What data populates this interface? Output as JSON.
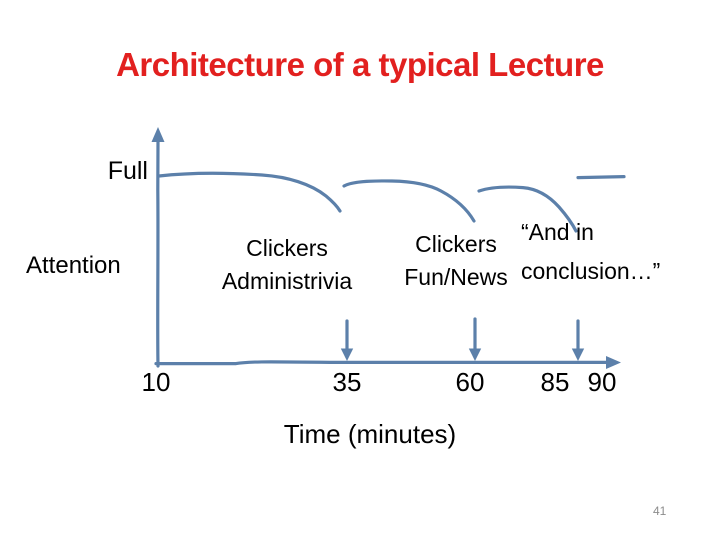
{
  "slide": {
    "title": "Architecture of a typical Lecture",
    "page_number": "41"
  },
  "chart": {
    "y_axis": {
      "top_label": "Full",
      "axis_label": "Attention"
    },
    "x_axis": {
      "label": "Time (minutes)",
      "ticks": [
        "10",
        "35",
        "60",
        "85",
        "90"
      ]
    },
    "annotations": [
      {
        "lines": [
          "Clickers",
          "Administrivia"
        ]
      },
      {
        "lines": [
          "Clickers",
          "Fun/News"
        ]
      },
      {
        "lines": [
          "“And in",
          "conclusion…”"
        ]
      }
    ],
    "colors": {
      "title_red": "#e2201f",
      "sketch_blue": "#5c80aa",
      "text_black": "#000000",
      "page_number_gray": "#8c8c8c"
    }
  },
  "chart_data": {
    "type": "line",
    "title": "Architecture of a typical Lecture",
    "xlabel": "Time (minutes)",
    "ylabel": "Attention",
    "y_axis_style": "qualitative, top of axis labeled Full",
    "x_ticks": [
      10,
      35,
      60,
      85,
      90
    ],
    "xlim": [
      10,
      90
    ],
    "grid": false,
    "legend": false,
    "series": [
      {
        "name": "attention",
        "description": "Hand-sketched attention level over lecture time; stays near Full then dips before each break event, recovering after each; four separate strokes",
        "segments": [
          {
            "x": [
              10,
              22,
              30,
              35
            ],
            "y": [
              1.0,
              1.01,
              0.98,
              0.8
            ]
          },
          {
            "x": [
              36,
              45,
              55,
              60
            ],
            "y": [
              0.94,
              0.97,
              0.96,
              0.74
            ]
          },
          {
            "x": [
              61,
              70,
              78,
              85
            ],
            "y": [
              0.91,
              0.94,
              0.93,
              0.69
            ]
          },
          {
            "x": [
              85,
              90
            ],
            "y": [
              0.99,
              0.99
            ]
          }
        ]
      }
    ],
    "event_arrows_x": [
      35,
      60,
      85
    ],
    "annotations": [
      {
        "x": 35,
        "text": "Clickers Administrivia"
      },
      {
        "x": 60,
        "text": "Clickers Fun/News"
      },
      {
        "x": 85,
        "text": "“And in conclusion…”"
      }
    ]
  }
}
